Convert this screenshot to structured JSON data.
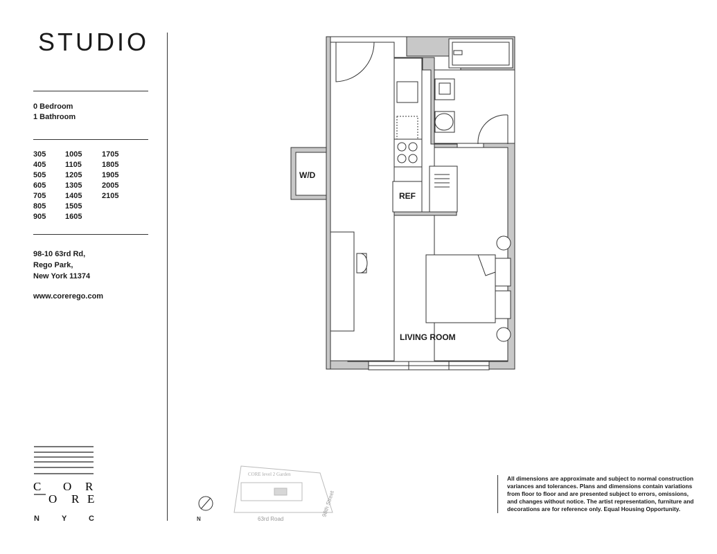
{
  "title": "STUDIO",
  "bedrooms": "0 Bedroom",
  "bathrooms": "1 Bathroom",
  "units": {
    "col1": [
      "305",
      "405",
      "505",
      "605",
      "705",
      "805",
      "905"
    ],
    "col2": [
      "1005",
      "1105",
      "1205",
      "1305",
      "1405",
      "1505",
      "1605"
    ],
    "col3": [
      "1705",
      "1805",
      "1905",
      "2005",
      "2105"
    ]
  },
  "address": {
    "line1": "98-10 63rd Rd,",
    "line2": "Rego Park,",
    "line3": "New York 11374"
  },
  "website": "www.corerego.com",
  "logo": {
    "c1": "C",
    "o1": "O",
    "r1": "R",
    "o2": "O",
    "r2": "R",
    "e2": "E",
    "n": "N",
    "y": "Y",
    "c2": "C"
  },
  "plan_labels": {
    "washer_dryer": "W/D",
    "refrigerator": "REF",
    "living_room": "LIVING ROOM"
  },
  "keyplan": {
    "garden": "CORE level 2 Garden",
    "road": "63rd Road",
    "street": "98th Street",
    "north": "N"
  },
  "disclaimer": "All dimensions are approximate and subject to normal construction variances and tolerances. Plans and dimensions contain variations from floor to floor and are presented subject to errors, omissions, and changes without notice. The artist representation, furniture and decorations are for reference only. Equal Housing Opportunity.",
  "colors": {
    "wall": "#c8c8c8",
    "line": "#333333"
  }
}
